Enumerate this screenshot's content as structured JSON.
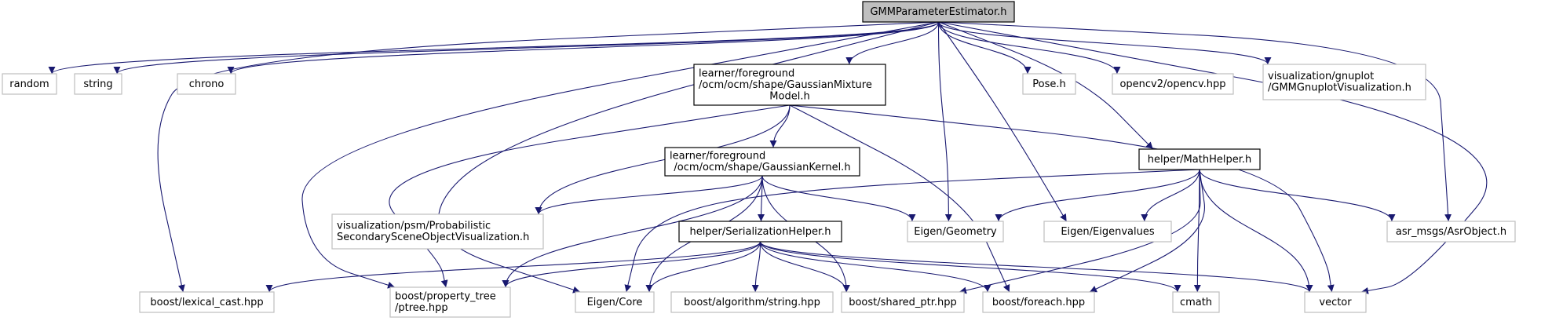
{
  "colors": {
    "edge": "#191970",
    "root_fill": "#bfbfbf",
    "dark_border": "#000000",
    "light_border": "#bfbfbf"
  },
  "nodes": [
    {
      "id": "root",
      "style": "root",
      "lines": [
        "GMMParameterEstimator.h"
      ]
    },
    {
      "id": "random",
      "style": "light",
      "lines": [
        "random"
      ]
    },
    {
      "id": "string",
      "style": "light",
      "lines": [
        "string"
      ]
    },
    {
      "id": "chrono",
      "style": "light",
      "lines": [
        "chrono"
      ]
    },
    {
      "id": "mixture",
      "style": "dark",
      "lines": [
        "learner/foreground",
        "/ocm/ocm/shape/GaussianMixture",
        "Model.h"
      ]
    },
    {
      "id": "pose",
      "style": "light",
      "lines": [
        "Pose.h"
      ]
    },
    {
      "id": "opencv",
      "style": "light",
      "lines": [
        "opencv2/opencv.hpp"
      ]
    },
    {
      "id": "gnuplot",
      "style": "light",
      "lines": [
        "visualization/gnuplot",
        "/GMMGnuplotVisualization.h"
      ]
    },
    {
      "id": "kernel",
      "style": "dark",
      "lines": [
        "learner/foreground",
        "/ocm/ocm/shape/GaussianKernel.h"
      ]
    },
    {
      "id": "mathhelper",
      "style": "dark",
      "lines": [
        "helper/MathHelper.h"
      ]
    },
    {
      "id": "psmvis",
      "style": "light",
      "lines": [
        "visualization/psm/Probabilistic",
        "SecondarySceneObjectVisualization.h"
      ]
    },
    {
      "id": "serial",
      "style": "dark",
      "lines": [
        "helper/SerializationHelper.h"
      ]
    },
    {
      "id": "geometry",
      "style": "light",
      "lines": [
        "Eigen/Geometry"
      ]
    },
    {
      "id": "eigenvalues",
      "style": "light",
      "lines": [
        "Eigen/Eigenvalues"
      ]
    },
    {
      "id": "asrobject",
      "style": "light",
      "lines": [
        "asr_msgs/AsrObject.h"
      ]
    },
    {
      "id": "lexical",
      "style": "light",
      "lines": [
        "boost/lexical_cast.hpp"
      ]
    },
    {
      "id": "ptree",
      "style": "light",
      "lines": [
        "boost/property_tree",
        "/ptree.hpp"
      ]
    },
    {
      "id": "core",
      "style": "light",
      "lines": [
        "Eigen/Core"
      ]
    },
    {
      "id": "algostring",
      "style": "light",
      "lines": [
        "boost/algorithm/string.hpp"
      ]
    },
    {
      "id": "sharedptr",
      "style": "light",
      "lines": [
        "boost/shared_ptr.hpp"
      ]
    },
    {
      "id": "foreach",
      "style": "light",
      "lines": [
        "boost/foreach.hpp"
      ]
    },
    {
      "id": "cmath",
      "style": "light",
      "lines": [
        "cmath"
      ]
    },
    {
      "id": "vector",
      "style": "light",
      "lines": [
        "vector"
      ]
    }
  ],
  "edges": [
    [
      "root",
      "random"
    ],
    [
      "root",
      "string"
    ],
    [
      "root",
      "chrono"
    ],
    [
      "root",
      "lexical"
    ],
    [
      "root",
      "ptree"
    ],
    [
      "root",
      "core"
    ],
    [
      "root",
      "mixture"
    ],
    [
      "root",
      "geometry"
    ],
    [
      "root",
      "pose"
    ],
    [
      "root",
      "opencv"
    ],
    [
      "root",
      "gnuplot"
    ],
    [
      "root",
      "mathhelper"
    ],
    [
      "root",
      "eigenvalues"
    ],
    [
      "root",
      "asrobject"
    ],
    [
      "root",
      "vector"
    ],
    [
      "mixture",
      "kernel"
    ],
    [
      "mixture",
      "psmvis"
    ],
    [
      "mixture",
      "ptree"
    ],
    [
      "mixture",
      "foreach"
    ],
    [
      "mixture",
      "vector"
    ],
    [
      "kernel",
      "serial"
    ],
    [
      "kernel",
      "psmvis"
    ],
    [
      "kernel",
      "geometry"
    ],
    [
      "kernel",
      "ptree"
    ],
    [
      "kernel",
      "core"
    ],
    [
      "kernel",
      "sharedptr"
    ],
    [
      "serial",
      "lexical"
    ],
    [
      "serial",
      "ptree"
    ],
    [
      "serial",
      "core"
    ],
    [
      "serial",
      "algostring"
    ],
    [
      "serial",
      "sharedptr"
    ],
    [
      "serial",
      "foreach"
    ],
    [
      "serial",
      "cmath"
    ],
    [
      "serial",
      "vector"
    ],
    [
      "mathhelper",
      "core"
    ],
    [
      "mathhelper",
      "geometry"
    ],
    [
      "mathhelper",
      "eigenvalues"
    ],
    [
      "mathhelper",
      "asrobject"
    ],
    [
      "mathhelper",
      "sharedptr"
    ],
    [
      "mathhelper",
      "foreach"
    ],
    [
      "mathhelper",
      "cmath"
    ],
    [
      "mathhelper",
      "vector"
    ]
  ]
}
